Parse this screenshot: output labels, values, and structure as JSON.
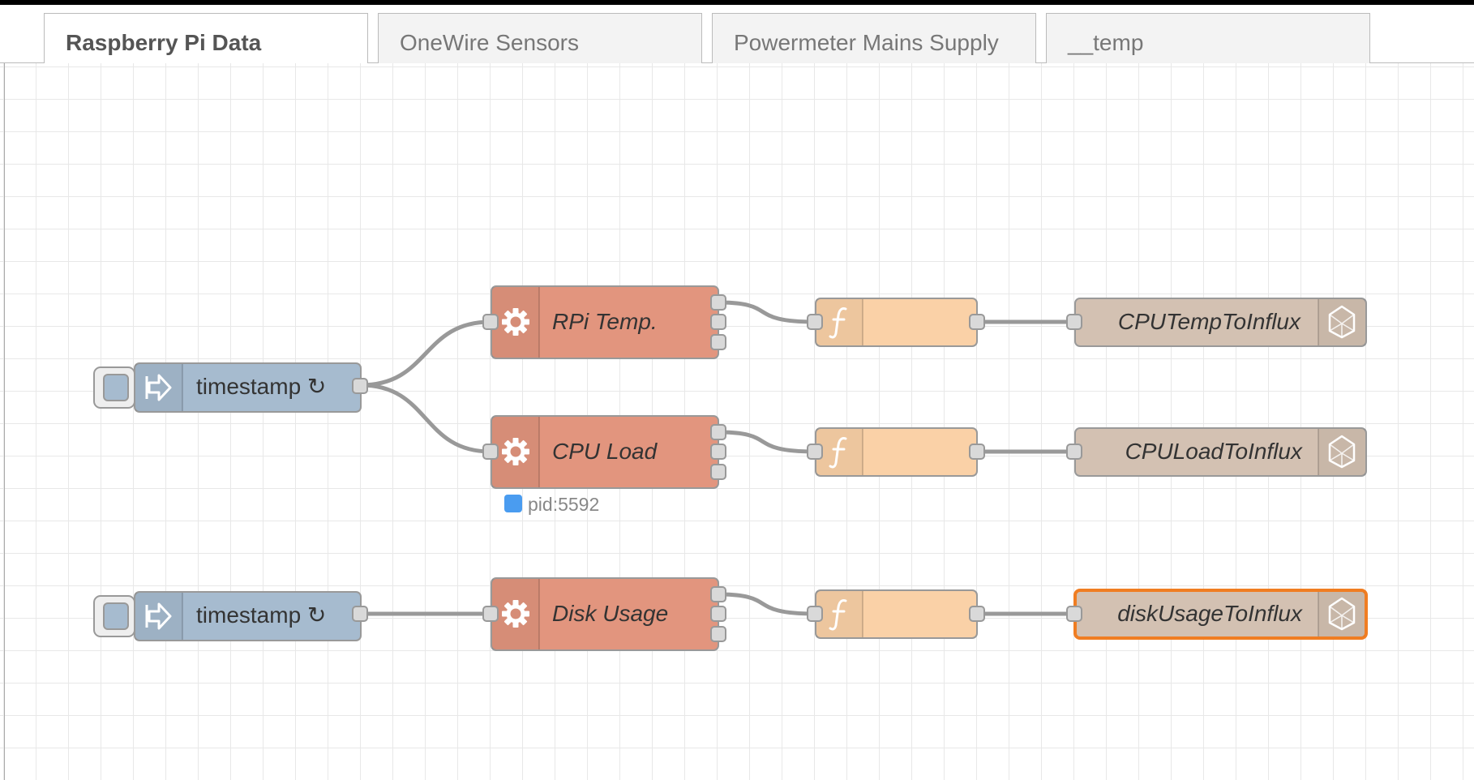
{
  "tabs": [
    {
      "label": "Raspberry Pi Data",
      "active": true
    },
    {
      "label": "OneWire Sensors",
      "active": false
    },
    {
      "label": "Powermeter Mains Supply",
      "active": false
    },
    {
      "label": "__temp",
      "active": false
    }
  ],
  "nodes": {
    "inject1": {
      "label": "timestamp ↻",
      "type": "inject",
      "icon": "arrow-in-icon",
      "color": "#a6bbcf"
    },
    "inject2": {
      "label": "timestamp ↻",
      "type": "inject",
      "icon": "arrow-in-icon",
      "color": "#a6bbcf"
    },
    "exec1": {
      "label": "RPi Temp.",
      "type": "exec",
      "icon": "gear-icon",
      "color": "#e2957e"
    },
    "exec2": {
      "label": "CPU Load",
      "type": "exec",
      "icon": "gear-icon",
      "color": "#e2957e",
      "status": {
        "text": "pid:5592",
        "color": "#4a9cf0"
      }
    },
    "exec3": {
      "label": "Disk Usage",
      "type": "exec",
      "icon": "gear-icon",
      "color": "#e2957e"
    },
    "func1": {
      "label": "",
      "type": "function",
      "icon": "function-icon",
      "color": "#fad1a7"
    },
    "func2": {
      "label": "",
      "type": "function",
      "icon": "function-icon",
      "color": "#fad1a7"
    },
    "func3": {
      "label": "",
      "type": "function",
      "icon": "function-icon",
      "color": "#fad1a7"
    },
    "influx1": {
      "label": "CPUTempToInflux",
      "type": "influxdb out",
      "icon": "influxdb-icon",
      "color": "#d3c1b2"
    },
    "influx2": {
      "label": "CPULoadToInflux",
      "type": "influxdb out",
      "icon": "influxdb-icon",
      "color": "#d3c1b2"
    },
    "influx3": {
      "label": "diskUsageToInflux",
      "type": "influxdb out",
      "icon": "influxdb-icon",
      "color": "#d3c1b2",
      "selected": true,
      "selection_color": "#f07d22"
    }
  }
}
